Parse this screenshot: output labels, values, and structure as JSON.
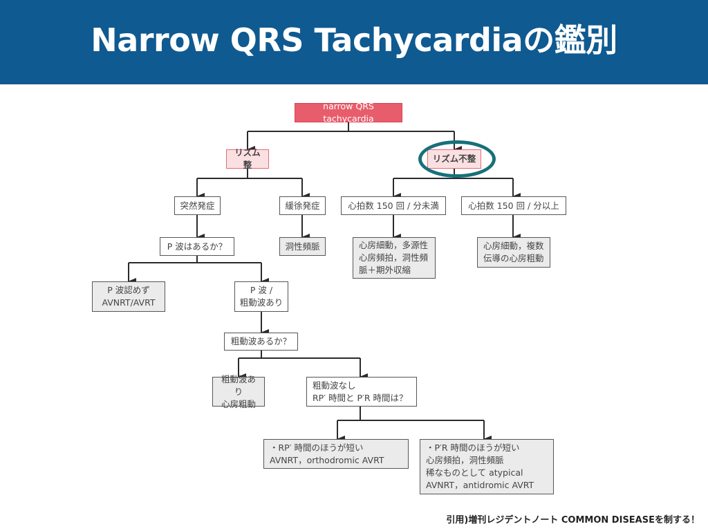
{
  "header": {
    "title": "Narrow QRS Tachycardiaの鑑別",
    "background_color": "#0f5a91"
  },
  "flowchart": {
    "root": "narrow QRS tachycardia",
    "regular": {
      "label": "リズム整",
      "sudden_onset": "突然発症",
      "gradual_onset": "緩徐発症",
      "gradual_result": "洞性頻脈",
      "p_wave_question": "P 波はあるか？",
      "no_p_wave": "P 波認めず\nAVNRT/AVRT",
      "p_wave_present": "P 波 /\n粗動波あり",
      "flutter_question": "粗動波あるか？",
      "flutter_present": "粗動波あり\n心房粗動",
      "flutter_absent": "粗動波なし\nRP′ 時間と P′R 時間は？",
      "rp_short": "・RP′ 時間のほうが短い\n  AVNRT，orthodromic AVRT",
      "pr_short": "・P′R 時間のほうが短い\n  心房頻拍，洞性頻脈\n  稀なものとして atypical\n  AVNRT，antidromic AVRT"
    },
    "irregular": {
      "label": "リズム不整",
      "highlighted": true,
      "rate_below_150": "心拍数 150 回 / 分未満",
      "rate_above_150": "心拍数 150 回 / 分以上",
      "below_result": "心房細動，多源性\n心房頻拍，洞性頻\n脈＋期外収縮",
      "above_result": "心房細動，複数\n伝導の心房粗動"
    },
    "colors": {
      "root_fill": "#e85d6c",
      "branch_fill": "#fbe0e2",
      "highlight_ring": "#17707a",
      "terminal_fill": "#ebebeb"
    }
  },
  "footer": {
    "citation": "引用)増刊レジデントノート COMMON DISEASEを制する！"
  }
}
